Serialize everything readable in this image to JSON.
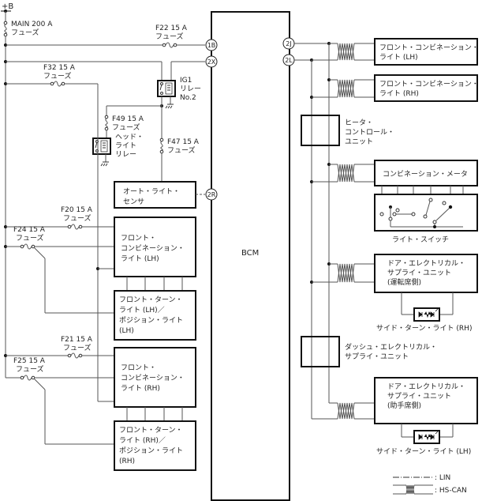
{
  "diagram": {
    "power_label": "+B",
    "bcm_label": "BCM",
    "fuses": {
      "main": {
        "name": "MAIN 200 A",
        "type": "フューズ"
      },
      "f22": {
        "name": "F22 15 A",
        "type": "フューズ"
      },
      "f32": {
        "name": "F32 15 A",
        "type": "フューズ"
      },
      "f49": {
        "name": "F49 15 A",
        "type": "フューズ"
      },
      "f47": {
        "name": "F47 15 A",
        "type": "フューズ"
      },
      "f20": {
        "name": "F20 15 A",
        "type": "フューズ"
      },
      "f24": {
        "name": "F24 15 A",
        "type": "フューズ"
      },
      "f21": {
        "name": "F21 15 A",
        "type": "フューズ"
      },
      "f25": {
        "name": "F25 15 A",
        "type": "フューズ"
      }
    },
    "relays": {
      "ig1": [
        "IG1",
        "リレー",
        "No.2"
      ],
      "headlight": [
        "ヘッド・",
        "ライト",
        "リレー"
      ]
    },
    "terminals": {
      "t1b": "1B",
      "t2x": "2X",
      "t2r": "2R",
      "t2j": "2J",
      "t2l": "2L"
    },
    "left_components": {
      "auto_light_sensor": [
        "オート・ライト・",
        "センサ"
      ],
      "front_combination_lh": [
        "フロント・",
        "コンビネーション・",
        "ライト (LH)"
      ],
      "front_turn_lh": [
        "フロント・ターン・",
        "ライト (LH)／",
        "ポジション・ライト",
        "(LH)"
      ],
      "front_combination_rh": [
        "フロント・",
        "コンビネーション・",
        "ライト (RH)"
      ],
      "front_turn_rh": [
        "フロント・ターン・",
        "ライト (RH)／",
        "ポジション・ライト",
        "(RH)"
      ]
    },
    "right_components": {
      "fcl_lh": [
        "フロント・コンビネーション・",
        "ライト (LH)"
      ],
      "fcl_rh": [
        "フロント・コンビネーション・",
        "ライト (RH)"
      ],
      "heater_control": [
        "ヒータ・",
        "コントロール・",
        "ユニット"
      ],
      "combination_meter": "コンビネーション・メータ",
      "light_switch": "ライト・スイッチ",
      "door_esu_driver": [
        "ドア・エレクトリカル・",
        "サプライ・ユニット",
        "(運転席側)"
      ],
      "side_turn_rh": "サイド・ターン・ライト (RH)",
      "dash_esu": [
        "ダッシュ・エレクトリカル・",
        "サプライ・ユニット"
      ],
      "door_esu_passenger": [
        "ドア・エレクトリカル・",
        "サプライ・ユニット",
        "(助手席側)"
      ],
      "side_turn_lh": "サイド・ターン・ライト (LH)"
    },
    "legend": {
      "lin": ": LIN",
      "hscan": ": HS-CAN"
    }
  }
}
